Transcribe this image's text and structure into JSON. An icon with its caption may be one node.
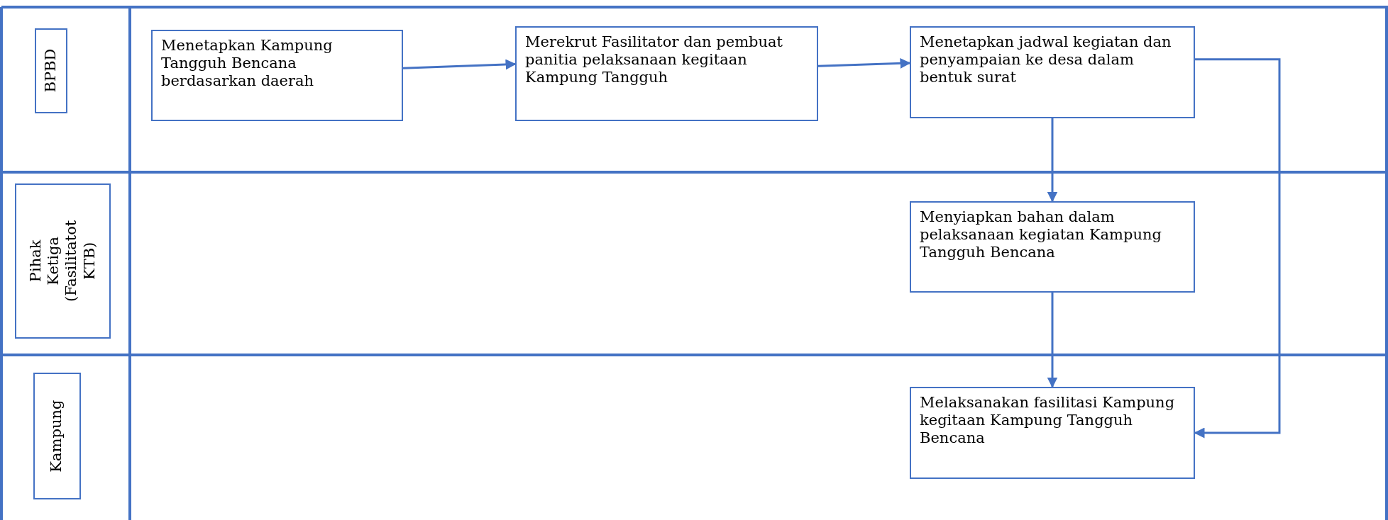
{
  "diagram": {
    "nodes": [
      {
        "text": [
          "BPBD"
        ]
      },
      {
        "text": [
          "Pihak Ketiga (Fasilitatot KTB)"
        ]
      },
      {
        "text": [
          "Kampung"
        ]
      },
      {
        "text": [
          "Menetapkan Kampung Tangguh Bencana berdasarkan daerah"
        ]
      },
      {
        "text": [
          "Merekrut Fasilitator dan pembuat panitia pelaksanaan kegitaan Kampung Tangguh"
        ]
      },
      {
        "text": [
          "Menetapkan jadwal kegiatan dan penyampaian ke desa dalam bentuk surat"
        ]
      },
      {
        "text": [
          "Menyiapkan bahan dalam pelaksanaan kegiatan Kampung Tangguh Bencana"
        ]
      },
      {
        "text": [
          "Melaksanakan fasilitasi Kampung kegitaan Kampung Tangguh Bencana"
        ]
      }
    ],
    "edges": [
      {
        "from": 3,
        "to": 4,
        "arrow": "to"
      },
      {
        "from": 4,
        "to": 5,
        "arrow": "to"
      },
      {
        "from": 5,
        "to": 6,
        "arrow": "to"
      },
      {
        "from": 6,
        "to": 7,
        "arrow": "to"
      },
      {
        "from": 5,
        "to": 7,
        "arrow": "to"
      }
    ]
  }
}
